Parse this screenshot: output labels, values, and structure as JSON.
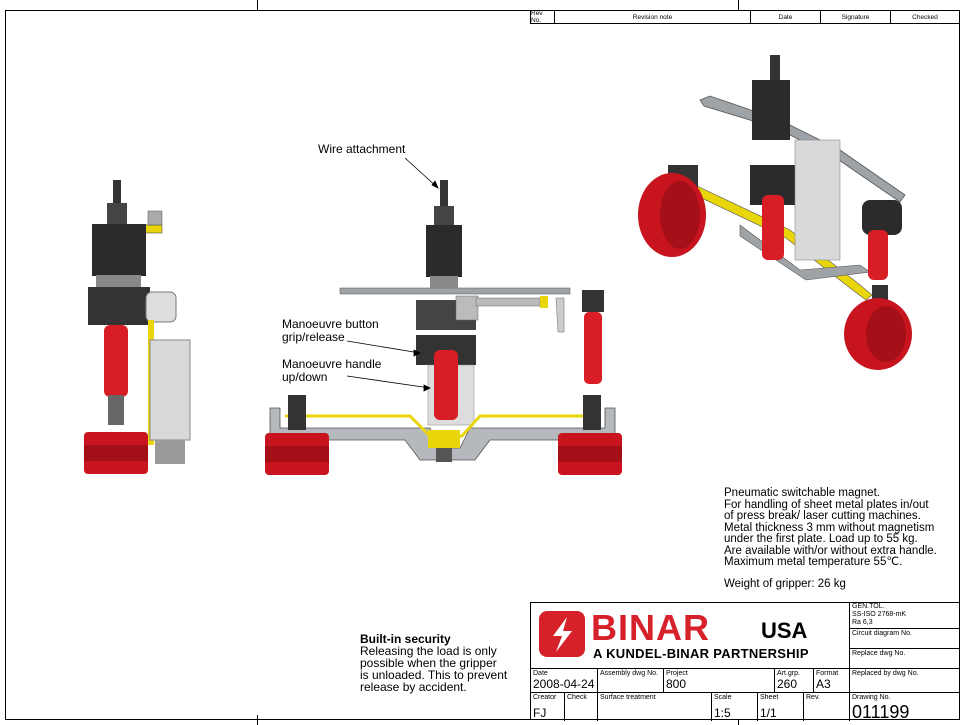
{
  "revision_table": {
    "rev_no": "Rev No.",
    "revision_note": "Revision note",
    "date": "Date",
    "signature": "Signature",
    "checked": "Checked"
  },
  "callouts": {
    "wire_attachment": "Wire attachment",
    "button_line1": "Manoeuvre button",
    "button_line2": "grip/release",
    "handle_line1": "Manoeuvre handle",
    "handle_line2": "up/down"
  },
  "notes": [
    "Pneumatic switchable magnet.",
    "For handling of sheet metal plates in/out",
    "of press break/ laser cutting machines.",
    "Metal thickness 3 mm without magnetism",
    "under the first plate. Load up to 55 kg.",
    "Are available with/or without extra handle.",
    "Maximum metal temperature 55℃."
  ],
  "weight": "Weight of gripper: 26 kg",
  "security": {
    "title": "Built-in security",
    "lines": [
      "Releasing the load is only",
      "possible when the gripper",
      "is unloaded. This to prevent",
      "release by accident."
    ]
  },
  "logo": {
    "brand": "BINAR",
    "suffix": "USA",
    "tagline": "A KUNDEL-BINAR PARTNERSHIP"
  },
  "title_block": {
    "gen_tol": "GEN.TOL.",
    "standard": "SS-ISO 2768-mK",
    "roughness": "Ra 6,3",
    "circuit_diagram": "Circuit diagram No.",
    "replace_dwg": "Replace dwg No.",
    "replaced_by": "Replaced by dwg No.",
    "date_label": "Date",
    "date_value": "2008-04-24",
    "assembly_label": "Assembly dwg No.",
    "project_label": "Project",
    "project_value": "800",
    "artgrp_label": "Art.grp.",
    "artgrp_value": "260",
    "format_label": "Format",
    "format_value": "A3",
    "creator_label": "Creator",
    "creator_value": "FJ",
    "check_label": "Check",
    "surface_label": "Surface treatment",
    "scale_label": "Scale",
    "scale_value": "1:5",
    "sheet_label": "Sheet",
    "sheet_value": "1/1",
    "rev_label": "Rev.",
    "drawing_label": "Drawing No.",
    "drawing_value": "011199"
  },
  "colors": {
    "magnet_red": "#c8141e",
    "handle_red": "#d91d26",
    "frame_yellow": "#e8d60a",
    "steel_grey": "#9ea3a8",
    "dark_body": "#2b2b2b",
    "brand_red": "#d6202a"
  }
}
